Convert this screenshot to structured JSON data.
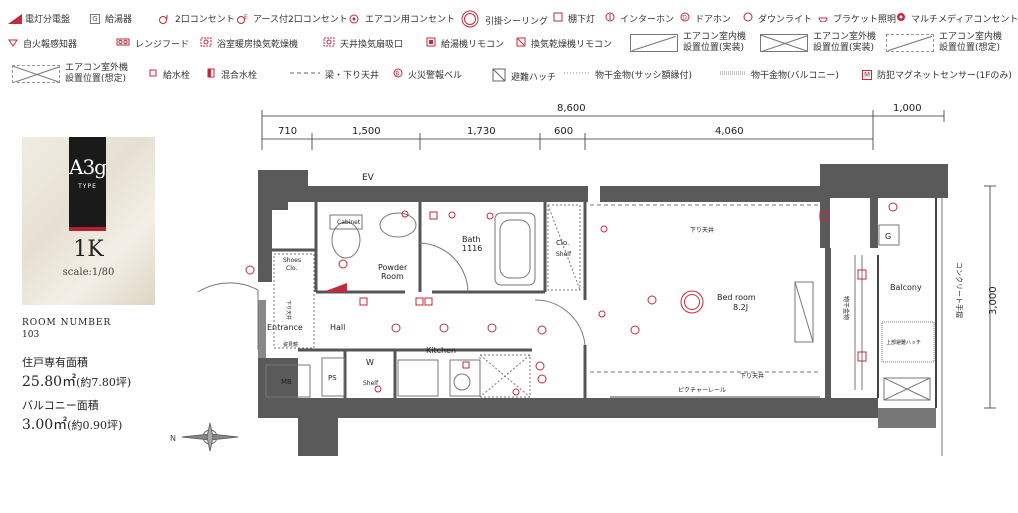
{
  "legend": {
    "row1": [
      {
        "icon": "distribution-board-icon",
        "label": "電灯分電盤"
      },
      {
        "icon": "water-heater-icon",
        "glyph": "G",
        "label": "給湯器"
      },
      {
        "icon": "double-outlet-icon",
        "label": "2口コンセント"
      },
      {
        "icon": "grounded-outlet-icon",
        "label": "アース付2口コンセント"
      },
      {
        "icon": "ac-outlet-icon",
        "label": "エアコン用コンセント"
      },
      {
        "icon": "ceiling-hook-icon",
        "label": "引掛シーリング"
      },
      {
        "icon": "shelf-light-icon",
        "label": "棚下灯"
      },
      {
        "icon": "intercom-icon",
        "label": "インターホン"
      },
      {
        "icon": "door-phone-icon",
        "label": "ドアホン"
      },
      {
        "icon": "downlight-icon",
        "label": "ダウンライト"
      },
      {
        "icon": "bracket-light-icon",
        "label": "ブラケット照明"
      },
      {
        "icon": "multimedia-outlet-icon",
        "label": "マルチメディアコンセント"
      }
    ],
    "row2": [
      {
        "icon": "fire-detector-icon",
        "label": "自火報感知器"
      },
      {
        "icon": "range-hood-icon",
        "label": "レンジフード"
      },
      {
        "icon": "bath-dryer-icon",
        "label": "浴室暖房換気乾燥機"
      },
      {
        "icon": "ceiling-vent-icon",
        "label": "天井換気扇吸口"
      },
      {
        "icon": "heater-remote-icon",
        "label": "給湯機リモコン"
      },
      {
        "icon": "dryer-remote-icon",
        "label": "換気乾燥機リモコン"
      },
      {
        "icon": "ac-indoor-icon",
        "label": "エアコン室内機 設置位置(実装)",
        "l1": "エアコン室内機",
        "l2": "設置位置(実装)"
      },
      {
        "icon": "ac-outdoor-icon",
        "label": "エアコン室外機 設置位置(実装)",
        "l1": "エアコン室外機",
        "l2": "設置位置(実装)"
      },
      {
        "icon": "ac-indoor-planned-icon",
        "label": "エアコン室内機 設置位置(想定)",
        "l1": "エアコン室内機",
        "l2": "設置位置(想定)"
      }
    ],
    "row3": [
      {
        "icon": "ac-outdoor-planned-icon",
        "label": "エアコン室外機 設置位置(想定)",
        "l1": "エアコン室外機",
        "l2": "設置位置(想定)"
      },
      {
        "icon": "water-faucet-icon",
        "label": "給水栓"
      },
      {
        "icon": "mixing-faucet-icon",
        "label": "混合水栓"
      },
      {
        "icon": "beam-line-icon",
        "label": "梁・下り天井"
      },
      {
        "icon": "fire-bell-icon",
        "label": "火災警報ベル"
      },
      {
        "icon": "evacuation-hatch-icon",
        "label": "避難ハッチ"
      },
      {
        "icon": "drying-hardware-sash-icon",
        "label": "物干金物(サッシ額縁付)"
      },
      {
        "icon": "drying-hardware-balcony-icon",
        "label": "物干金物(バルコニー)"
      },
      {
        "icon": "security-magnet-icon",
        "glyph": "M",
        "label": "防犯マグネットセンサー(1Fのみ)"
      }
    ]
  },
  "type_card": {
    "code": "A3g",
    "type_label": "TYPE",
    "layout": "1K",
    "scale": "scale:1/80"
  },
  "room": {
    "number_label": "ROOM NUMBER",
    "number": "103",
    "area_label": "住戸専有面積",
    "area": "25.80㎡",
    "area_tsubo": "(約7.80坪)",
    "balcony_label": "バルコニー面積",
    "balcony_area": "3.00㎡",
    "balcony_tsubo": "(約0.90坪)"
  },
  "dimensions": {
    "total": "8,600",
    "balcony_depth": "1,000",
    "height": "3,000",
    "segments": [
      "710",
      "1,500",
      "1,730",
      "600",
      "4,060"
    ]
  },
  "rooms": {
    "ev": "EV",
    "shoes": "Shoes",
    "shoes2": "Clo.",
    "entrance": "Entrance",
    "hall": "Hall",
    "powder": "Powder",
    "powder2": "Room",
    "bath": "Bath",
    "bath_size": "1116",
    "clo": "Clo.",
    "shelf": "Shelf",
    "bedroom": "Bed room",
    "bedroom_size": "8.2J",
    "kitchen": "Kitchen",
    "w": "W",
    "w_shelf": "Shelf",
    "ps": "PS",
    "mb": "MB",
    "balcony": "Balcony",
    "g": "G",
    "concrete": "コンクリート手摺",
    "drop_ceiling": "下り天井",
    "picture_rail": "ピクチャーレール",
    "drop_ceiling2": "下り天井",
    "hatch": "上部避難ハッチ",
    "hanger": "物干金物",
    "ent_drop": "下り天井",
    "ent_mirror": "姿見鏡",
    "cabinet": "Cabinet"
  },
  "colors": {
    "wall": "#555555",
    "accent": "#c42a3c",
    "line": "#333333"
  }
}
